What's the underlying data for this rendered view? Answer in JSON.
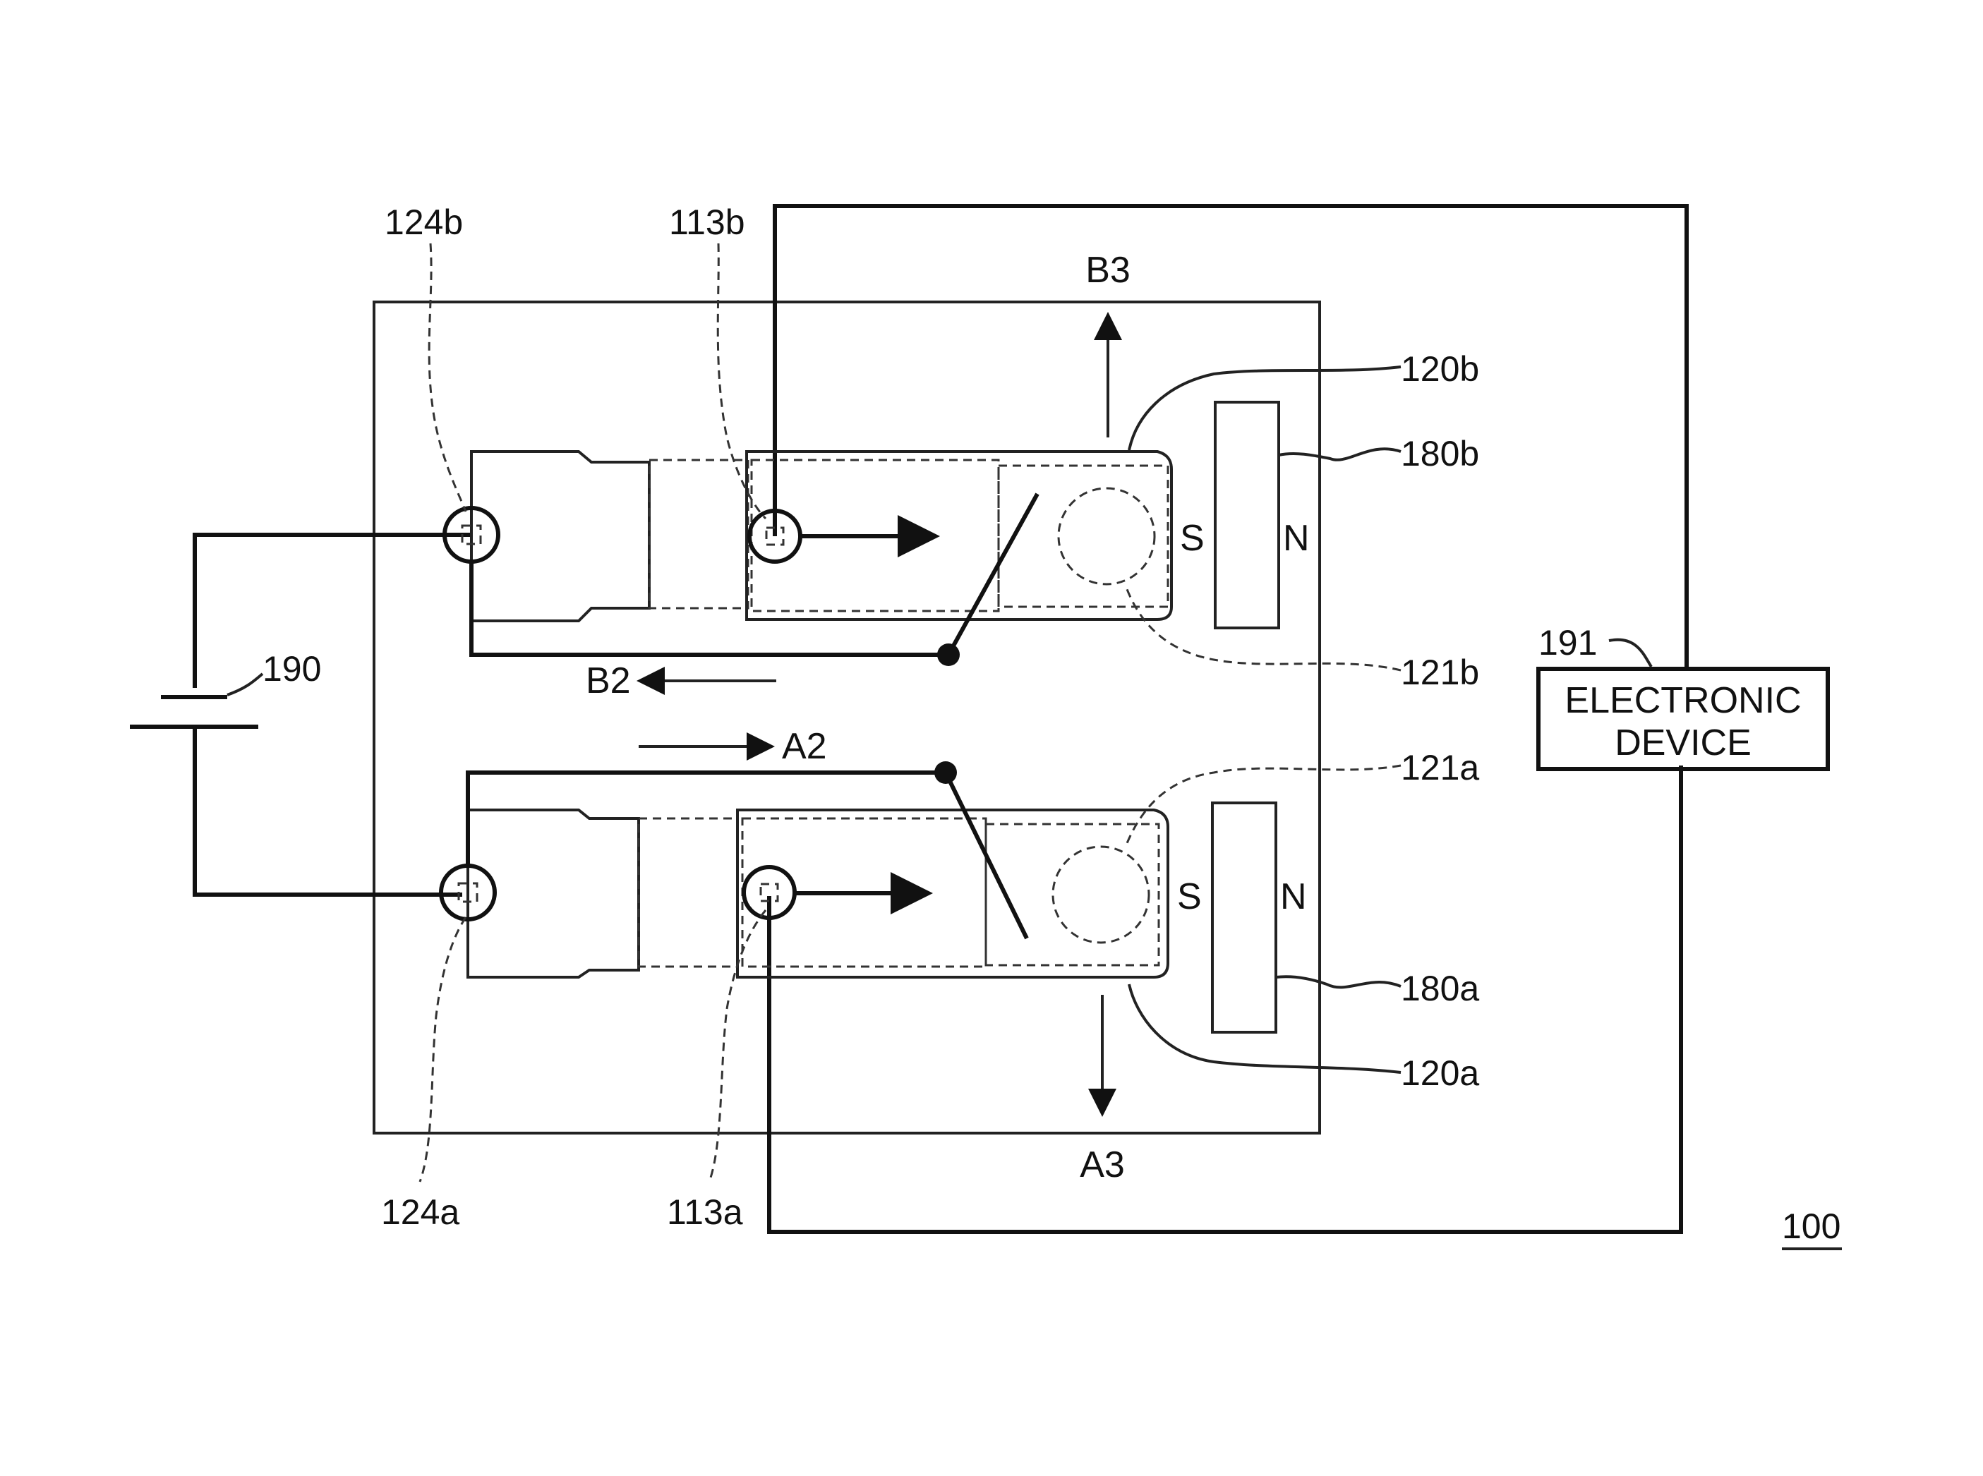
{
  "labels": {
    "l124b": "124b",
    "l113b": "113b",
    "l120b": "120b",
    "l180b": "180b",
    "l121b": "121b",
    "l121a": "121a",
    "l180a": "180a",
    "l120a": "120a",
    "l124a": "124a",
    "l113a": "113a",
    "l190": "190",
    "l191": "191",
    "l100": "100",
    "b3": "B3",
    "b2": "B2",
    "a2": "A2",
    "a3": "A3",
    "s_top": "S",
    "n_top": "N",
    "s_bottom": "S",
    "n_bottom": "N"
  },
  "device": {
    "line1": "ELECTRONIC",
    "line2": "DEVICE"
  }
}
